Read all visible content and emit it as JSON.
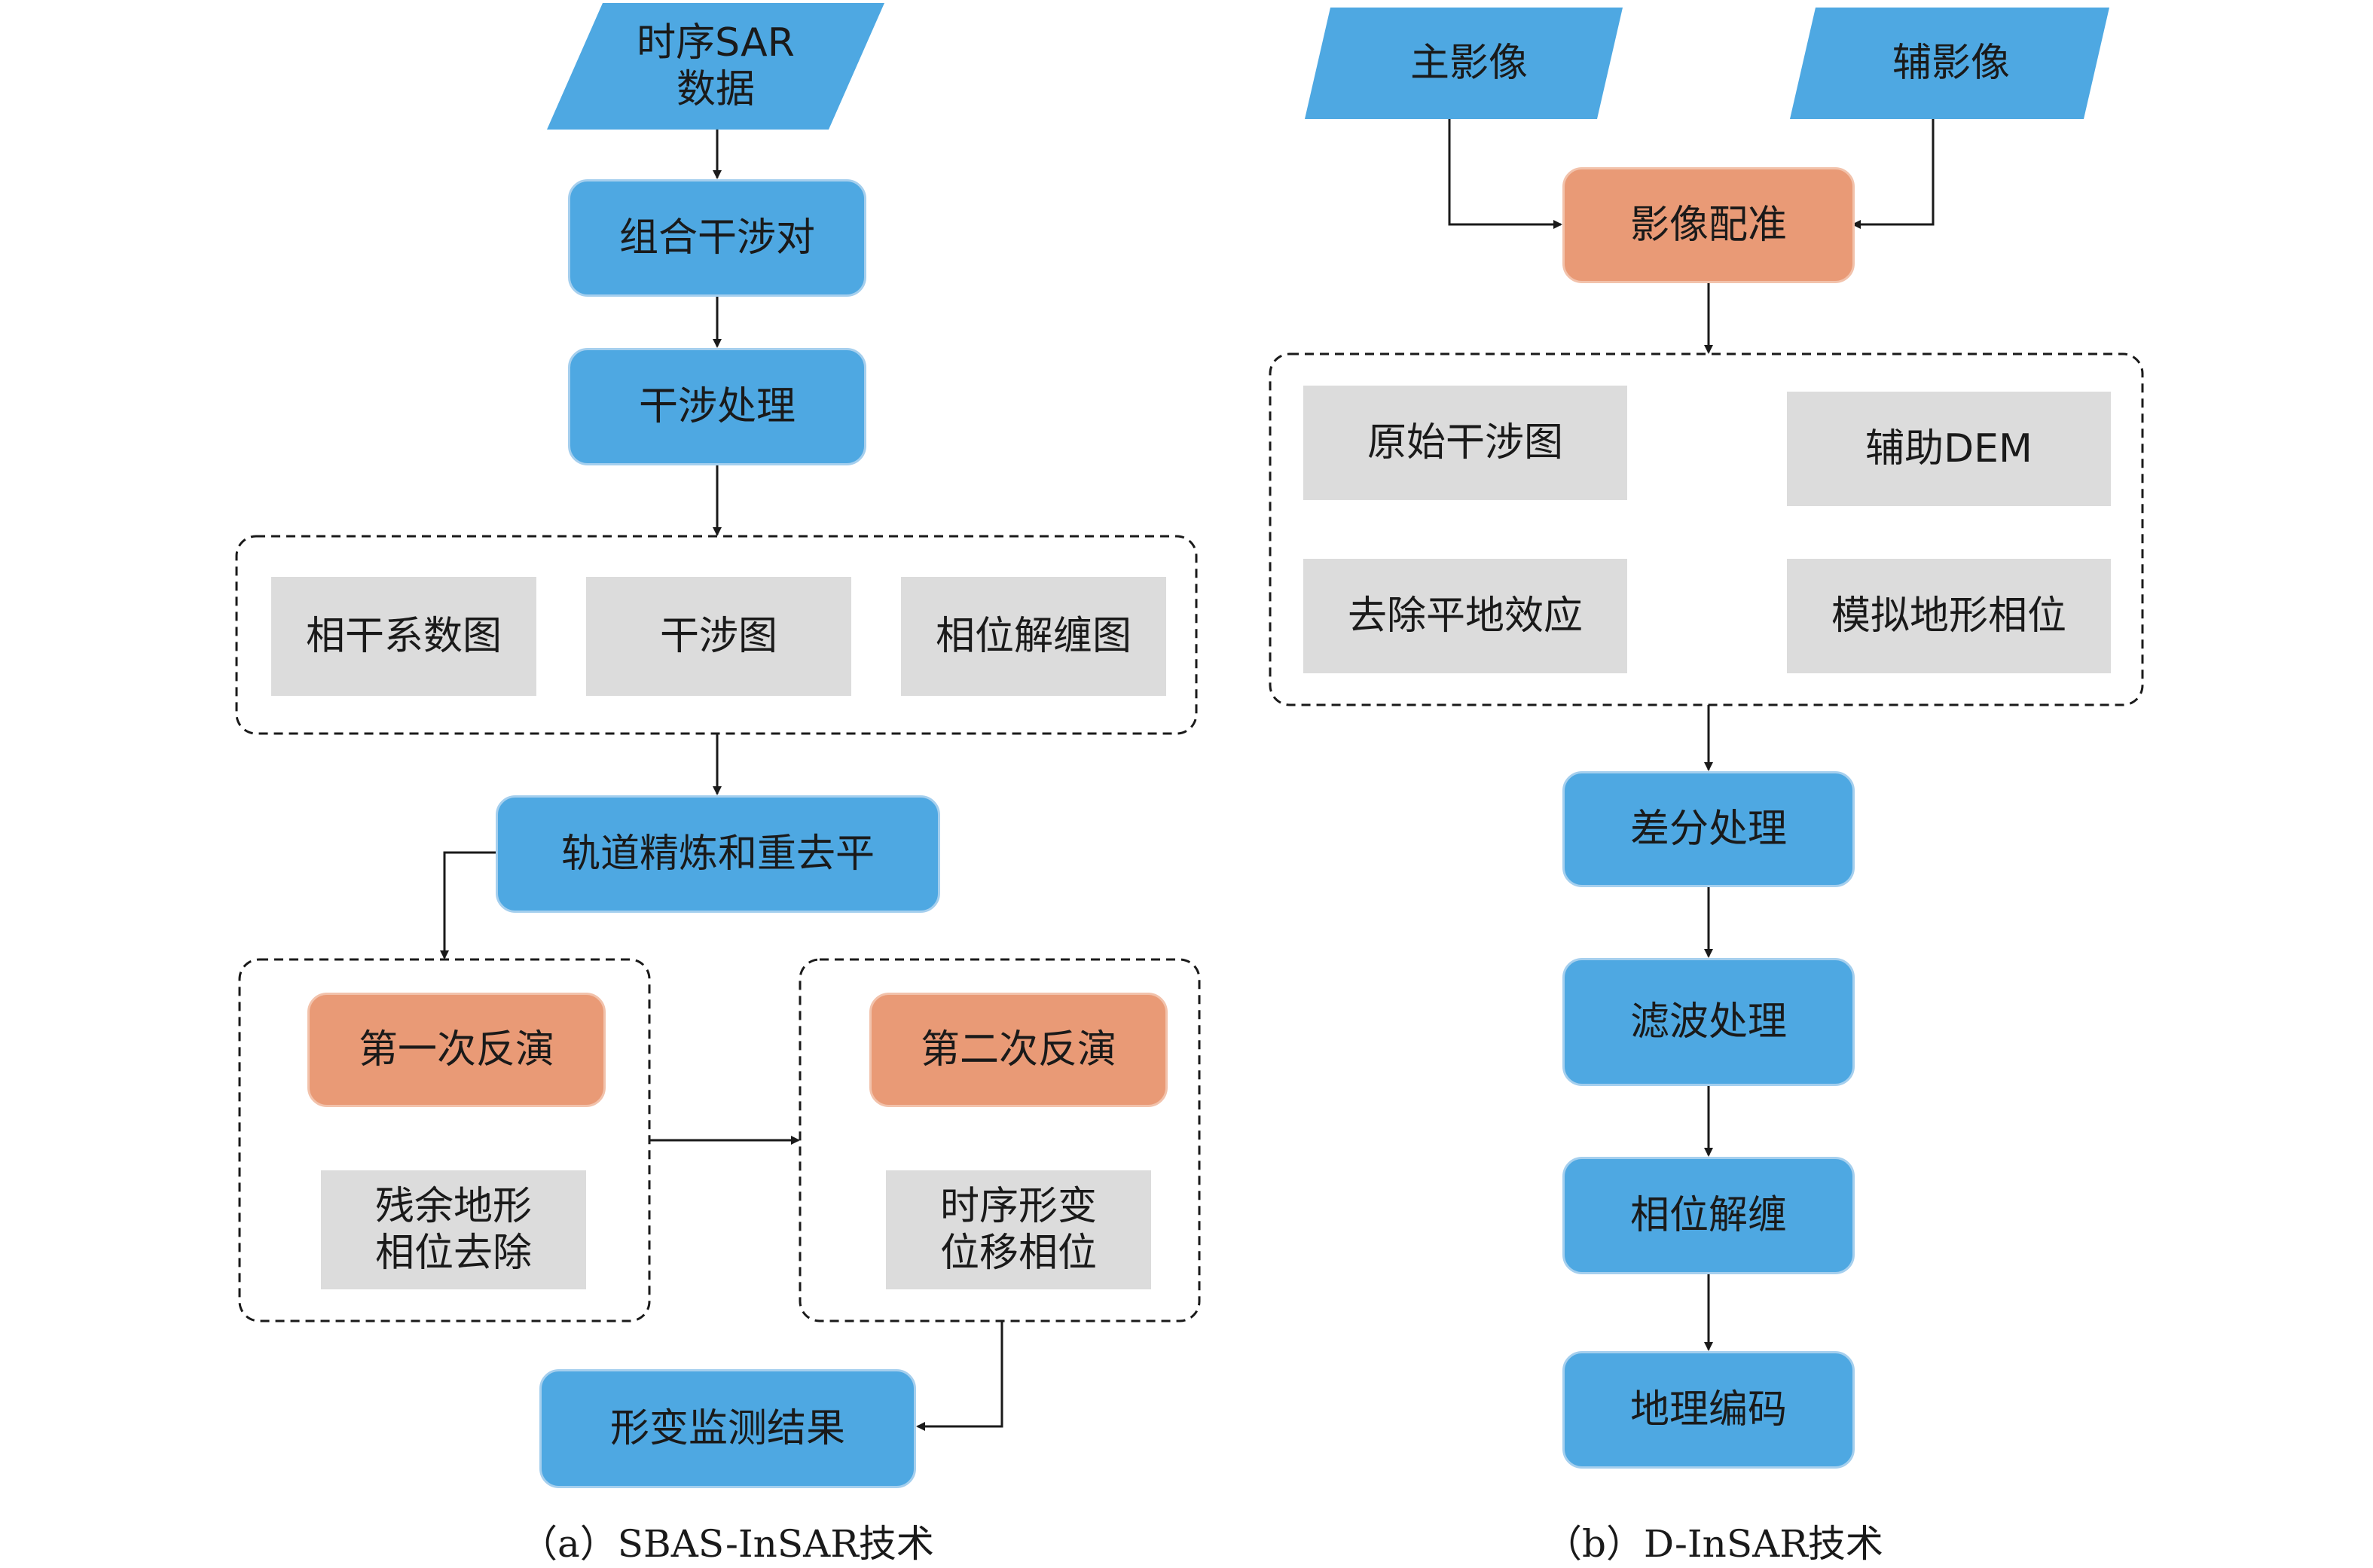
{
  "left_diagram": {
    "input": "时序SAR\n数据",
    "pairs": "组合干涉对",
    "interferometric": "干涉处理",
    "outputs": [
      "相干系数图",
      "干涉图",
      "相位解缠图"
    ],
    "orbit": "轨道精炼和重去平",
    "first_inversion": "第一次反演",
    "residual": "残余地形\n相位去除",
    "second_inversion": "第二次反演",
    "timeseries": "时序形变\n位移相位",
    "result": "形变监测结果",
    "caption": "（a）SBAS-InSAR技术"
  },
  "right_diagram": {
    "master": "主影像",
    "slave": "辅影像",
    "registration": "影像配准",
    "raw_interferogram": "原始干涉图",
    "aux_dem": "辅助DEM",
    "flat_removal": "去除平地效应",
    "sim_topo": "模拟地形相位",
    "differential": "差分处理",
    "filtering": "滤波处理",
    "unwrapping": "相位解缠",
    "geocoding": "地理编码",
    "caption": "（b）D-InSAR技术"
  },
  "colors": {
    "blue": "#4ea8e2",
    "orange": "#e99a76",
    "grey": "#dcdcdc",
    "line": "#1a1a1a"
  }
}
